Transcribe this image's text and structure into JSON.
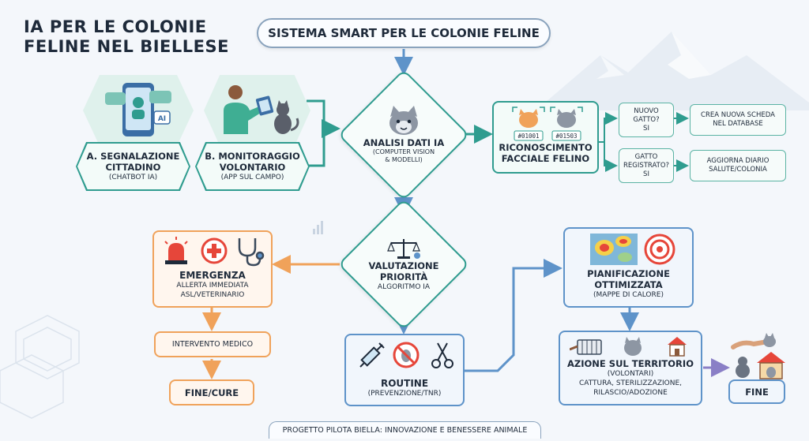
{
  "title": {
    "line1": "IA PER LE COLONIE",
    "line2": "FELINE NEL BIELLESE"
  },
  "top_box": "SISTEMA SMART PER LE COLONIE FELINE",
  "nodes": {
    "segnalazione": {
      "title1": "A. SEGNALAZIONE",
      "title2": "CITTADINO",
      "sub": "(CHATBOT IA)",
      "icon_text": "AI"
    },
    "monitoraggio": {
      "title1": "B. MONITORAGGIO",
      "title2": "VOLONTARIO",
      "sub": "(APP SUL CAMPO)"
    },
    "analisi": {
      "title": "ANALISI DATI IA",
      "sub1": "(COMPUTER VISION",
      "sub2": "& MODELLI)"
    },
    "riconoscimento": {
      "title1": "RICONOSCIMENTO",
      "title2": "FACCIALE FELINO",
      "tag1": "#01001",
      "tag2": "#01503"
    },
    "nuovo_gatto": {
      "l1": "NUOVO",
      "l2": "GATTO?",
      "l3": "SI"
    },
    "gatto_registrato": {
      "l1": "GATTO",
      "l2": "REGISTRATO?",
      "l3": "SI"
    },
    "crea_scheda": {
      "l1": "CREA NUOVA SCHEDA",
      "l2": "NEL DATABASE"
    },
    "aggiorna_diario": {
      "l1": "AGGIORNA DIARIO",
      "l2": "SALUTE/COLONIA"
    },
    "valutazione": {
      "title1": "VALUTAZIONE",
      "title2": "PRIORITÀ",
      "sub": "ALGORITMO IA"
    },
    "emergenza": {
      "title": "EMERGENZA",
      "sub1": "ALLERTA IMMEDIATA",
      "sub2": "ASL/VETERINARIO"
    },
    "intervento": {
      "label": "INTERVENTO MEDICO"
    },
    "fine_cure": {
      "label": "FINE/CURE"
    },
    "routine": {
      "title": "ROUTINE",
      "sub": "(PREVENZIONE/TNR)"
    },
    "pianificazione": {
      "title1": "PIANIFICAZIONE",
      "title2": "OTTIMIZZATA",
      "sub": "(MAPPE DI CALORE)"
    },
    "azione": {
      "title": "AZIONE SUL TERRITORIO",
      "sub1": "(VOLONTARI)",
      "sub2": "CATTURA, STERILIZZAZIONE,",
      "sub3": "RILASCIO/ADOZIONE"
    },
    "fine": {
      "label": "FINE"
    }
  },
  "footer": "PROGETTO PILOTA BIELLA: INNOVAZIONE E BENESSERE ANIMALE",
  "colors": {
    "teal": "#2f9c8f",
    "blue": "#5e93c9",
    "orange": "#f0a25a",
    "purple": "#8a7fc6"
  }
}
